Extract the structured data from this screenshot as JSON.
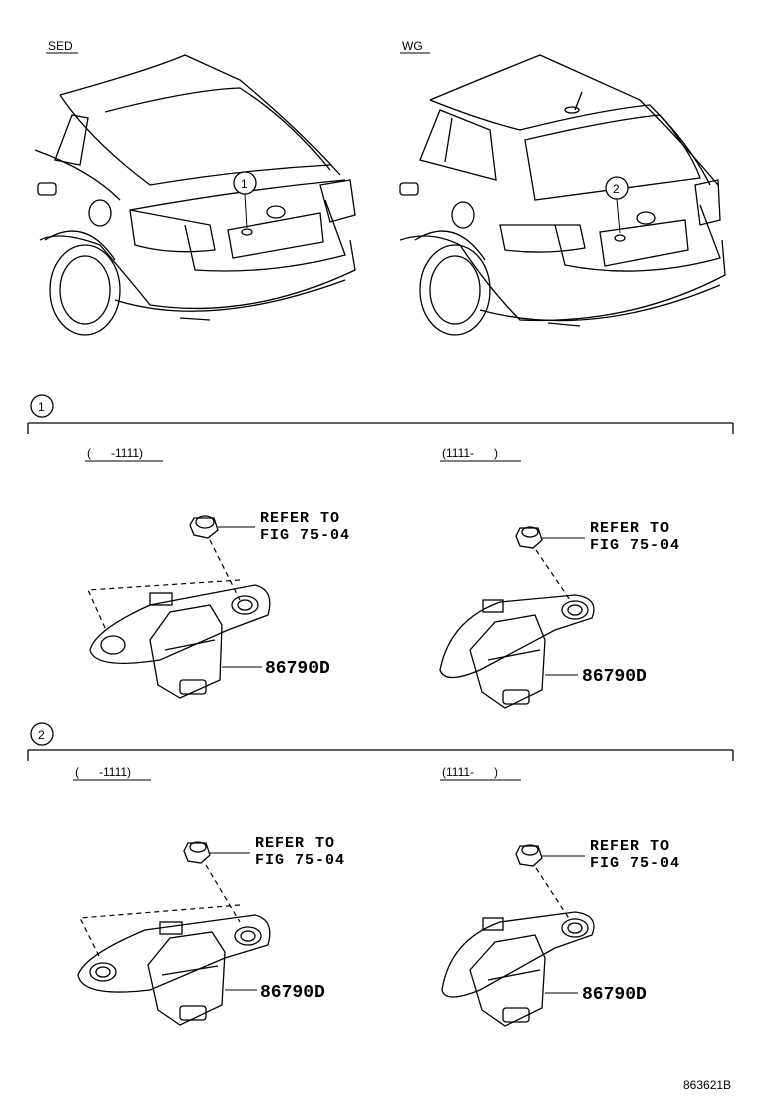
{
  "views": [
    {
      "tag": "SED",
      "callout": "1"
    },
    {
      "tag": "WG",
      "callout": "2"
    }
  ],
  "sections": [
    {
      "number": "1",
      "variants": [
        {
          "date_range": "(      -1111)",
          "refer": [
            "REFER TO",
            "FIG 75-04"
          ],
          "part_number": "86790D"
        },
        {
          "date_range": "(1111-      )",
          "refer": [
            "REFER TO",
            "FIG 75-04"
          ],
          "part_number": "86790D"
        }
      ]
    },
    {
      "number": "2",
      "variants": [
        {
          "date_range": "(      -1111)",
          "refer": [
            "REFER TO",
            "FIG 75-04"
          ],
          "part_number": "86790D"
        },
        {
          "date_range": "(1111-      )",
          "refer": [
            "REFER TO",
            "FIG 75-04"
          ],
          "part_number": "86790D"
        }
      ]
    }
  ],
  "illustration_code": "863621B"
}
